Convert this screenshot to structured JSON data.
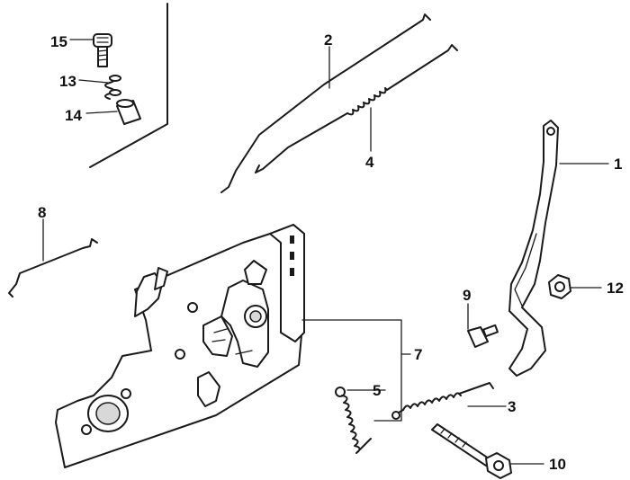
{
  "diagram": {
    "callouts": [
      {
        "id": "c1",
        "number": "1",
        "part": "lever"
      },
      {
        "id": "c2",
        "number": "2",
        "part": "rod"
      },
      {
        "id": "c3",
        "number": "3",
        "part": "spring"
      },
      {
        "id": "c4",
        "number": "4",
        "part": "rod-with-spring"
      },
      {
        "id": "c5",
        "number": "5",
        "part": "spring"
      },
      {
        "id": "c7",
        "number": "7",
        "part": "control-base-assembly"
      },
      {
        "id": "c8",
        "number": "8",
        "part": "rod"
      },
      {
        "id": "c9",
        "number": "9",
        "part": "nut"
      },
      {
        "id": "c10",
        "number": "10",
        "part": "bolt"
      },
      {
        "id": "c12",
        "number": "12",
        "part": "nut"
      },
      {
        "id": "c13",
        "number": "13",
        "part": "spring"
      },
      {
        "id": "c14",
        "number": "14",
        "part": "collar"
      },
      {
        "id": "c15",
        "number": "15",
        "part": "screw"
      }
    ]
  }
}
